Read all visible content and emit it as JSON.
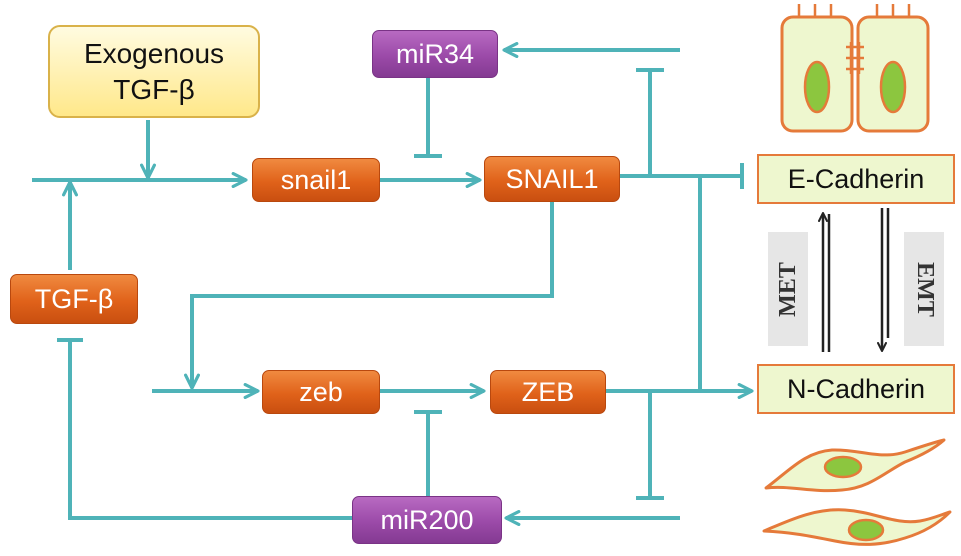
{
  "nodes": {
    "exogenous_tgf_line1": "Exogenous",
    "exogenous_tgf_line2": "TGF-β",
    "mir34": "miR34",
    "snail1_gene": "snail1",
    "snail1_protein": "SNAIL1",
    "tgf_beta": "TGF-β",
    "zeb_gene": "zeb",
    "zeb_protein": "ZEB",
    "mir200": "miR200",
    "e_cadherin": "E-Cadherin",
    "n_cadherin": "N-Cadherin"
  },
  "transition_labels": {
    "met": "MET",
    "emt": "EMT"
  },
  "colors": {
    "connector": "#4fb3b8",
    "gene_box": "#e0621a",
    "mirna_box": "#9b4aa8",
    "cell_fill": "#eef7cf",
    "cell_border": "#e57a3a",
    "nucleus": "#8cc63f"
  },
  "icons": {
    "epithelial_cells": "epithelial-cells-icon",
    "mesenchymal_cells": "mesenchymal-cells-icon"
  }
}
